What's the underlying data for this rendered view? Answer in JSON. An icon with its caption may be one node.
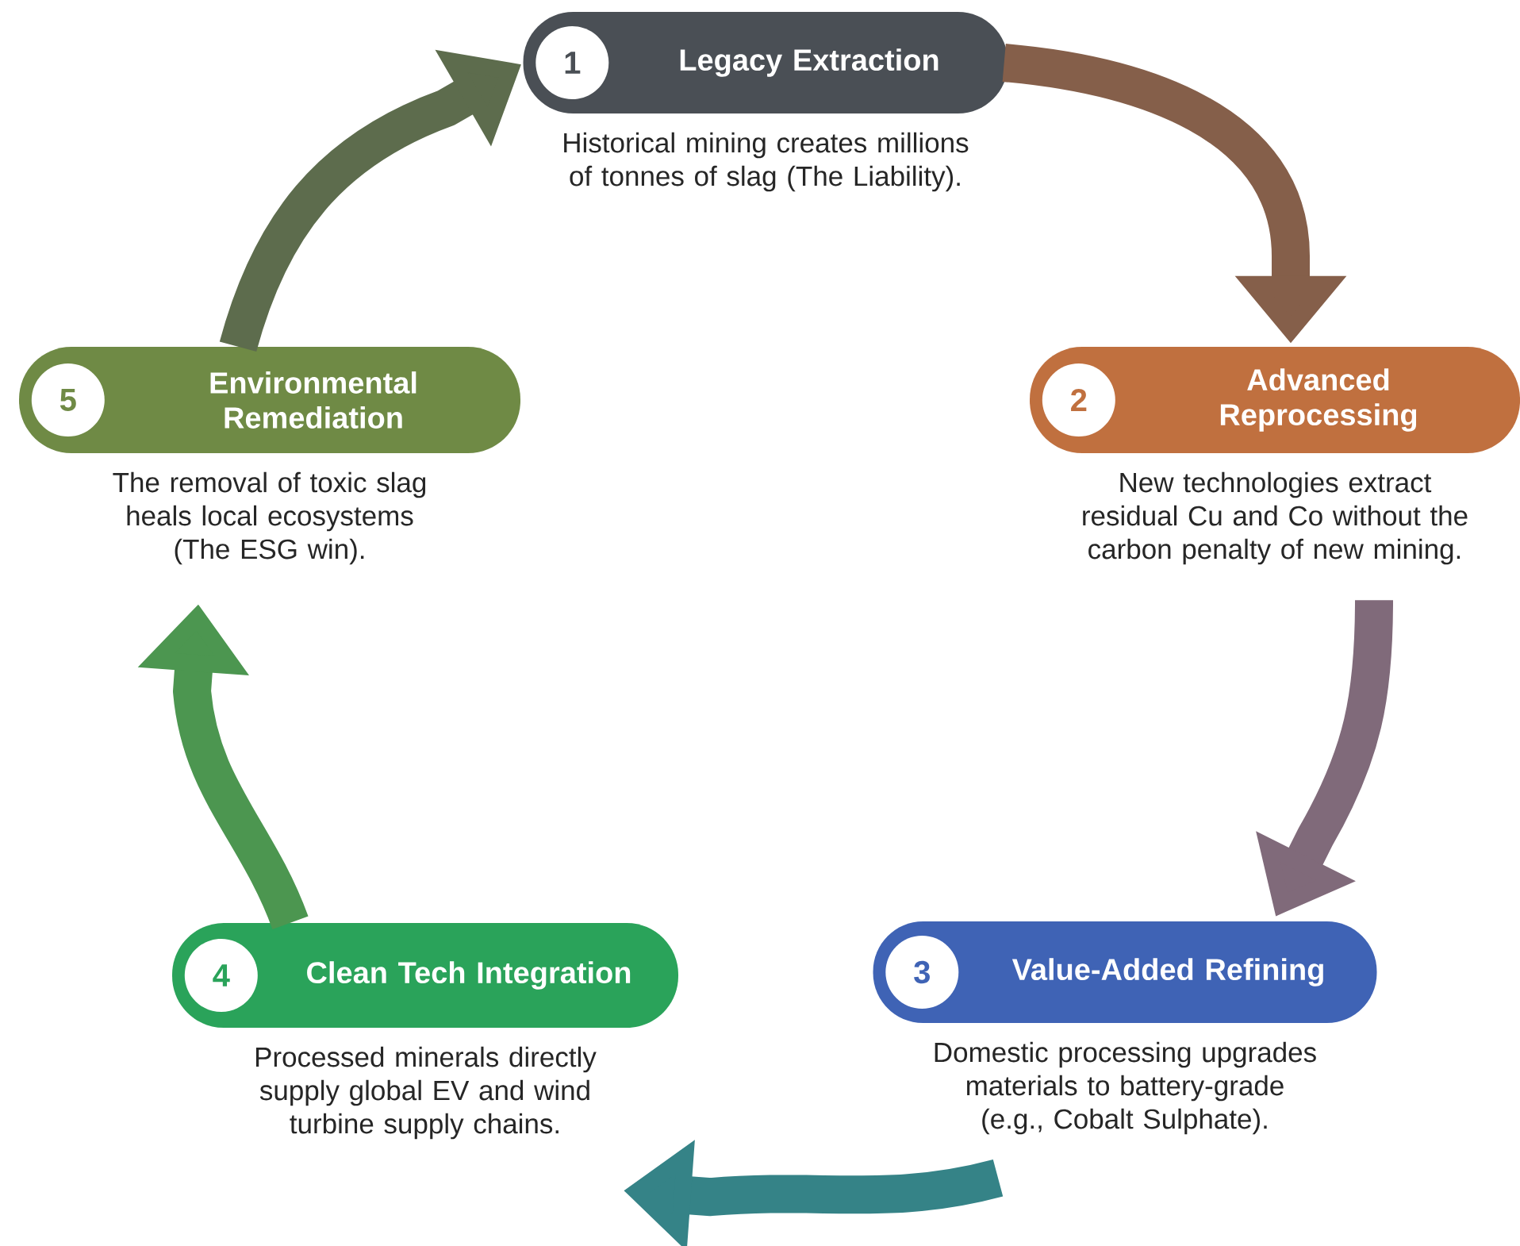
{
  "diagram": {
    "nodes": [
      {
        "text": [
          "1",
          "Legacy Extraction"
        ],
        "beside": [
          "Historical mining creates millions of tonnes of slag (The Liability)."
        ]
      },
      {
        "text": [
          "2",
          "Advanced Reprocessing"
        ],
        "beside": [
          "New technologies extract residual Cu and Co without the carbon penalty of new mining."
        ]
      },
      {
        "text": [
          "3",
          "Value-Added Refining"
        ],
        "beside": [
          "Domestic processing upgrades materials to battery-grade (e.g., Cobalt Sulphate)."
        ]
      },
      {
        "text": [
          "4",
          "Clean Tech Integration"
        ],
        "beside": [
          "Processed minerals directly supply global EV and wind turbine supply chains."
        ]
      },
      {
        "text": [
          "5",
          "Environmental Remediation"
        ],
        "beside": [
          "The removal of toxic slag heals local ecosystems (The ESG win)."
        ]
      }
    ],
    "edges": [
      {
        "from": 0,
        "to": 1,
        "arrow": "to"
      },
      {
        "from": 1,
        "to": 2,
        "arrow": "to"
      },
      {
        "from": 2,
        "to": 3,
        "arrow": "to"
      },
      {
        "from": 3,
        "to": 4,
        "arrow": "to"
      },
      {
        "from": 4,
        "to": 0,
        "arrow": "to"
      }
    ]
  }
}
